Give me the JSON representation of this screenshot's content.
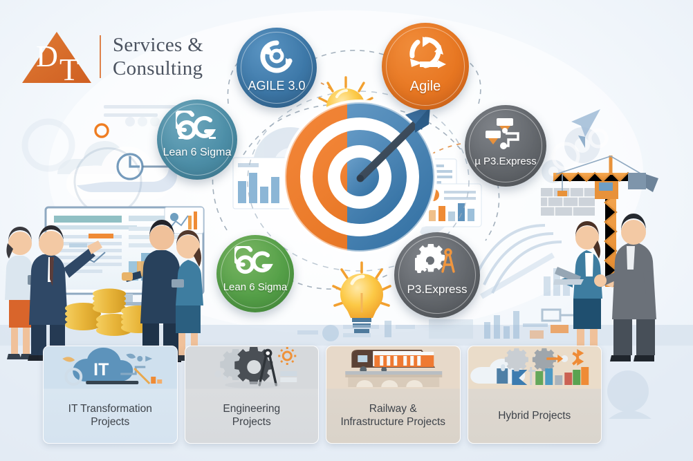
{
  "logo": {
    "mark": "dt-triangle-logo",
    "letters": "DT",
    "line1": "Services &",
    "line2": "Consulting",
    "color": "#d9692a"
  },
  "center": {
    "graphic": "target-bullseye-with-arrow",
    "ring_orange": "#ef7d22",
    "ring_blue": "#3e7fb5",
    "bulb_top": "idea-lightbulb",
    "bulb_bottom": "idea-lightbulb"
  },
  "badges": [
    {
      "id": "agile30",
      "label": "AGILE 3.0",
      "icon": "agile-cycle-arrow-icon",
      "color": "#3d78a8"
    },
    {
      "id": "agile",
      "label": "Agile",
      "icon": "agile-circular-arrows-icon",
      "color": "#e87722"
    },
    {
      "id": "lean-six-sigma-top",
      "label": "Lean 6 Sigma",
      "icon": "six-sigma-6g-icon",
      "color": "#4d8fa8"
    },
    {
      "id": "micro-p3-express",
      "label": "µ P3.Express",
      "icon": "workflow-nodes-icon",
      "color": "#63676c"
    },
    {
      "id": "lean-six-sigma-bottom",
      "label": "Lean 6 Sigma",
      "icon": "six-sigma-6g-icon",
      "color": "#55a048"
    },
    {
      "id": "p3-express",
      "label": "P3.Express",
      "icon": "gears-compass-icon",
      "color": "#63676c"
    }
  ],
  "cards": [
    {
      "id": "it",
      "line1": "IT Transformation",
      "line2": "Projects",
      "icon": "cloud-it-icon",
      "tint": "#cfe0ee"
    },
    {
      "id": "engineering",
      "line1": "Engineering",
      "line2": "Projects",
      "icon": "gear-compass-icon",
      "tint": "#d6d9dc"
    },
    {
      "id": "railway",
      "line1": "Railway &",
      "line2": "Infrastructure Projects",
      "icon": "train-viaduct-icon",
      "tint": "#e7d9c9"
    },
    {
      "id": "hybrid",
      "line1": "Hybrid Projects",
      "line2": "",
      "icon": "cloud-gears-chart-icon",
      "tint": "#eadcc9"
    }
  ],
  "scenes": {
    "left": "team-presenting-dashboard-with-coins",
    "right": "two-professionals-handshake-with-crane"
  }
}
